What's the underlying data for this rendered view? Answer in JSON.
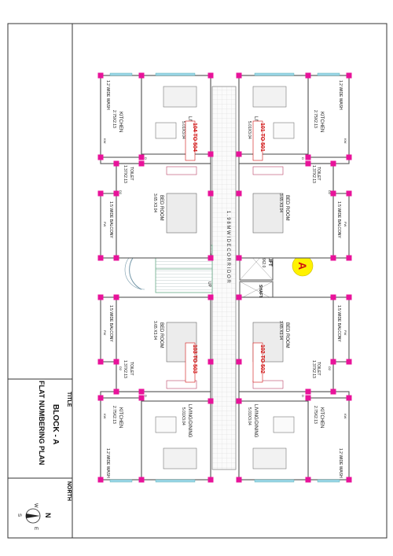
{
  "title_block": {
    "title_label": "TITLE",
    "block": "BLOCK - A",
    "plan_name": "FLAT NUMBERING PLAN",
    "north_label": "NORTH",
    "compass": {
      "n": "N",
      "s": "S",
      "e": "E",
      "w": "W"
    }
  },
  "corridor": {
    "label": "1 . 9 8   M   W I D E   C O R R I D O R",
    "dn": "DN",
    "up": "UP"
  },
  "core": {
    "lift": "LIFT",
    "lift_size": "1.8X2.0",
    "shaft": "SHAFT",
    "block_mark": "A"
  },
  "flats": [
    {
      "numbers": "104 TO 504",
      "living": "LIVING/DINING",
      "living_size": "5.01X3.04",
      "kitchen": "KITCHEN",
      "kitchen_size": "2.75X2.13",
      "wash": "1.2 WIDE WASH",
      "toilet": "TOILET",
      "toilet_size": "1.37X2.13",
      "bed": "BED ROOM",
      "bed_size": "3.65 X3.04",
      "balcony": "1.5 WIDE BALCONY"
    },
    {
      "numbers": "101 TO 501",
      "living": "LIVING/DINING",
      "living_size": "5.01X3.04",
      "kitchen": "KITCHEN",
      "kitchen_size": "2.75X2.13",
      "wash": "1.2 WIDE WASH",
      "toilet": "TOILET",
      "toilet_size": "1.37X2.13",
      "bed": "BED ROOM",
      "bed_size": "3.65 X3.04",
      "balcony": "1.5 WIDE BALCONY"
    },
    {
      "numbers": "103 TO 503",
      "living": "LIVING/DINING",
      "living_size": "5.01X3.04",
      "kitchen": "KITCHEN",
      "kitchen_size": "2.75X2.13",
      "wash": "1.2 WIDE WASH",
      "toilet": "TOILET",
      "toilet_size": "1.37X2.13",
      "bed": "BED ROOM",
      "bed_size": "3.65 X3.04",
      "balcony": "1.5 WIDE BALCONY"
    },
    {
      "numbers": "102 TO 502",
      "living": "LIVING/DINING",
      "living_size": "5.01X3.04",
      "kitchen": "KITCHEN",
      "kitchen_size": "2.75X2.13",
      "wash": "1.2 WIDE WASH",
      "toilet": "TOILET",
      "toilet_size": "1.37X2.13",
      "bed": "BED ROOM",
      "bed_size": "3.65 X3.04",
      "balcony": "1.5 WIDE BALCONY"
    }
  ],
  "door_tags": {
    "d": "D",
    "d1": "D1",
    "d2": "D2",
    "fw": "FW",
    "kw": "KW",
    "tw": "TW",
    "w": "W"
  },
  "colors": {
    "wall": "#555555",
    "column": "#e8139a",
    "label_red": "#d01010",
    "mark_yellow": "#fff200",
    "floor_tile": "#e3e3e3"
  }
}
